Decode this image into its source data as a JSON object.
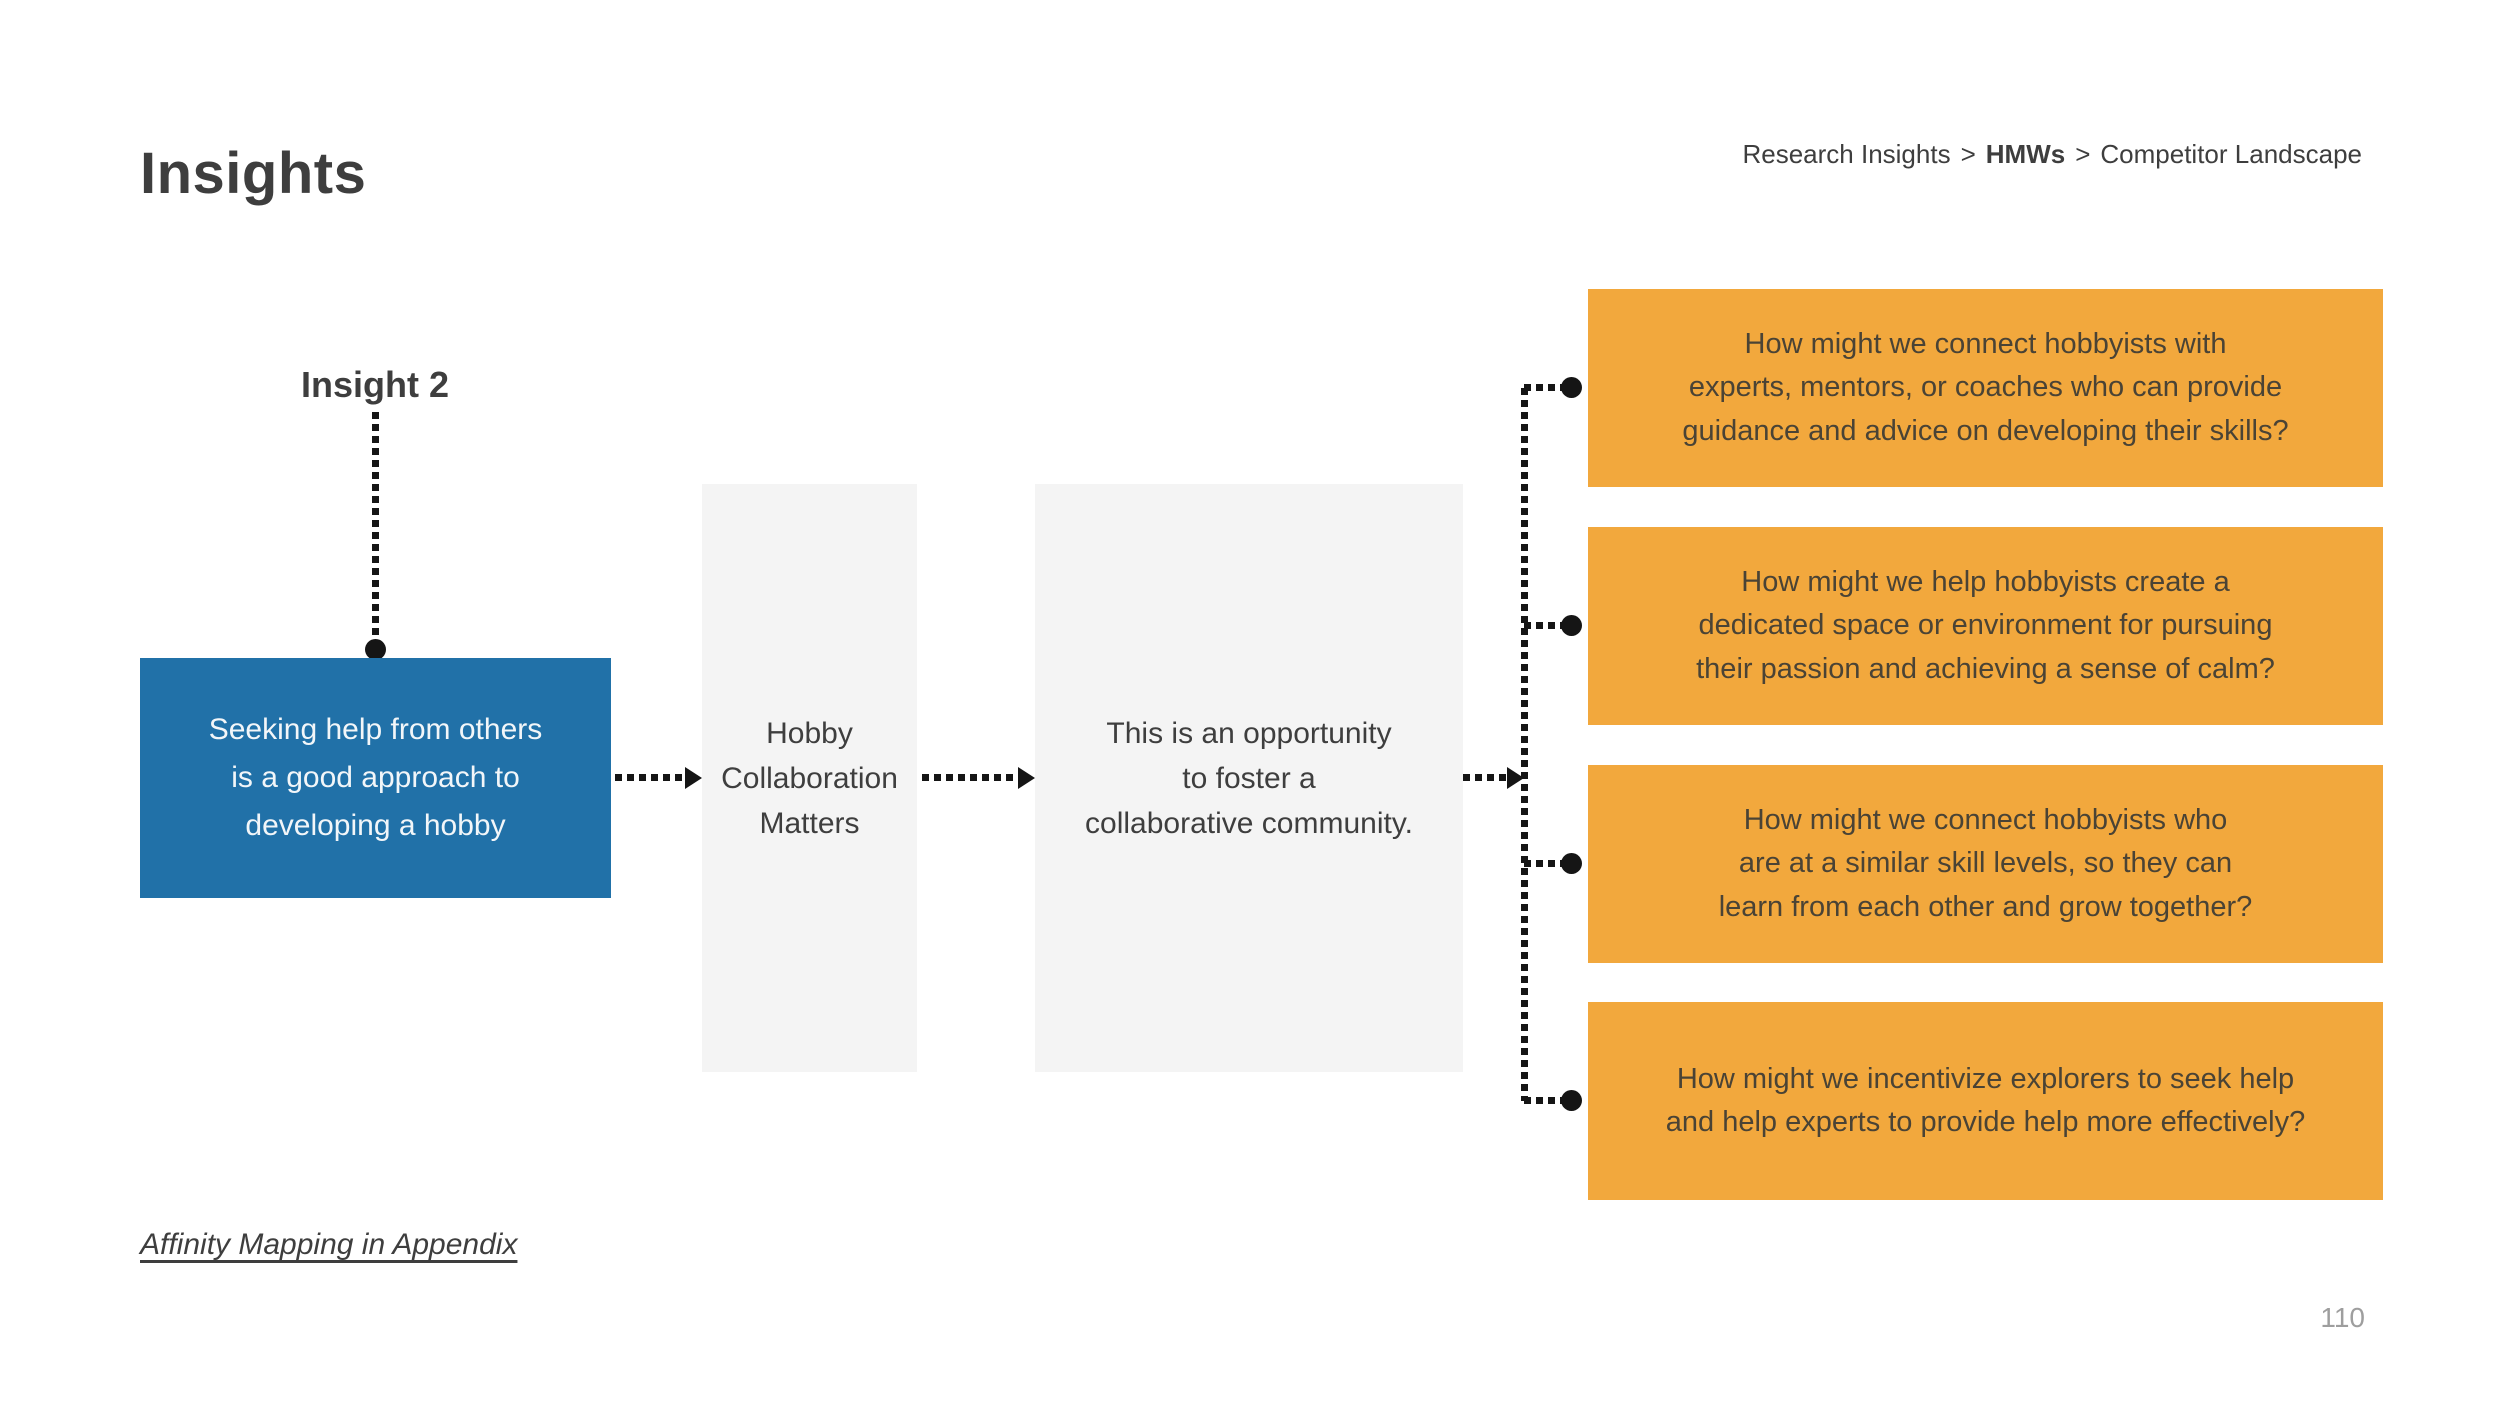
{
  "slide": {
    "title": "Insights",
    "appendix_link": "Affinity Mapping in Appendix",
    "page_number": "110"
  },
  "breadcrumb": {
    "separator": ">",
    "items": [
      {
        "label": "Research Insights",
        "current": false
      },
      {
        "label": "HMWs",
        "current": true
      },
      {
        "label": "Competitor Landscape",
        "current": false
      }
    ]
  },
  "diagram": {
    "insight_label": "Insight 2",
    "insight_statement": "Seeking help from others is a good approach to developing a hobby",
    "theme": "Hobby Collaboration Matters",
    "opportunity": "This is an opportunity to foster a collaborative community.",
    "hmw_questions": [
      "How might we connect hobbyists with experts, mentors, or coaches who can provide guidance and advice on developing their skills?",
      "How might we help hobbyists create a dedicated space or environment for pursuing their passion and achieving a sense of calm?",
      "How might we connect hobbyists who are at a similar skill levels, so they can learn from each other and grow together?",
      "How might we incentivize explorers to seek help and help experts to provide help more effectively?"
    ]
  },
  "colors": {
    "insight_blue": "#2171A8",
    "neutral_gray": "#F4F4F4",
    "hmw_orange": "#F2A83D",
    "connector": "#151515",
    "text_dark": "#3E3E3E",
    "hmw_text": "#4A4335",
    "page_gray": "#9E9E9E"
  }
}
